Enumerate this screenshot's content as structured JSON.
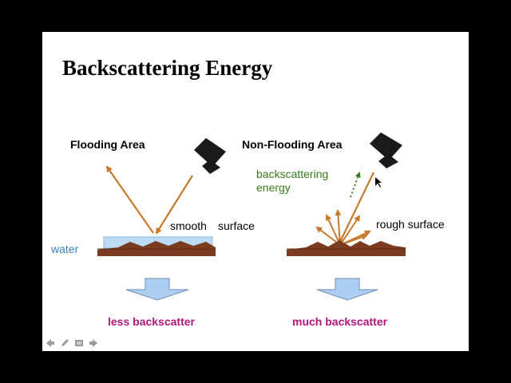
{
  "slide": {
    "title": "Backscattering Energy",
    "left_heading": "Flooding Area",
    "right_heading": "Non-Flooding Area",
    "smooth_label_1": "smooth",
    "smooth_label_2": "surface",
    "water_label": "water",
    "backscatter_label_1": "backscattering",
    "backscatter_label_2": "energy",
    "rough_label": "rough surface",
    "left_result": "less backscatter",
    "right_result": "much backscatter"
  },
  "colors": {
    "ray": "#c8792e",
    "ground": "#7a3b1e",
    "water_fill": "#bcdcf5",
    "down_arrow_fill": "#aecdf2",
    "down_arrow_stroke": "#6f8fb3",
    "green": "#3a7a1a",
    "magenta": "#b0177a"
  },
  "nav": {
    "icons": [
      "arrow-left-icon",
      "pencil-icon",
      "menu-icon",
      "arrow-right-icon"
    ]
  }
}
